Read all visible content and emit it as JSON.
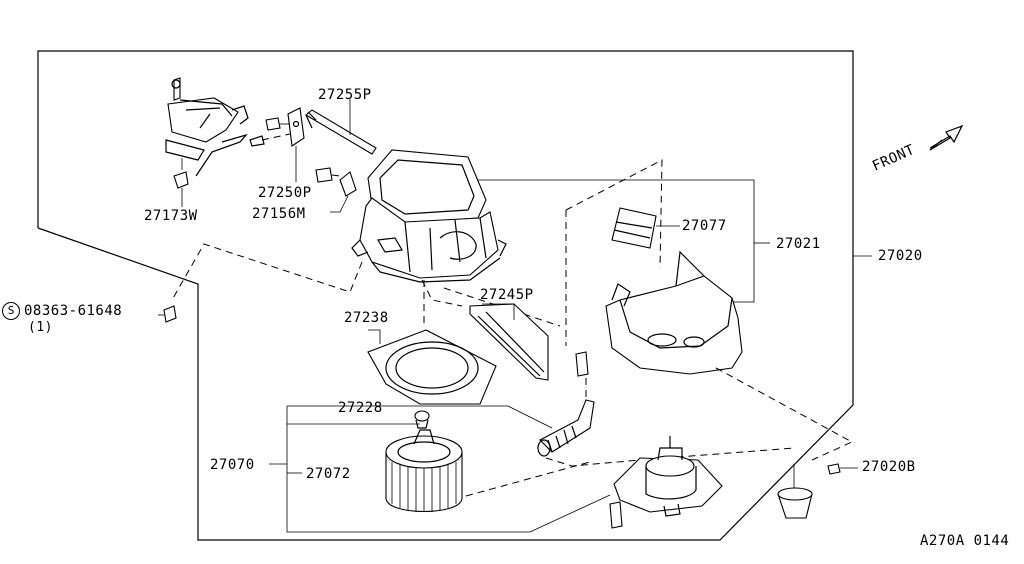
{
  "diagram": {
    "parts": {
      "p27255p": "27255P",
      "p27250p": "27250P",
      "p27156m": "27156M",
      "p27173w": "27173W",
      "p27077": "27077",
      "p27021": "27021",
      "p27020": "27020",
      "p27245p": "27245P",
      "p27238": "27238",
      "p27228": "27228",
      "p27070": "27070",
      "p27072": "27072",
      "p27020b": "27020B"
    },
    "screw": {
      "symbol": "S",
      "number": "08363-61648",
      "qty": "(1)"
    },
    "front_label": "FRONT",
    "figure_code": "A270A 0144"
  }
}
